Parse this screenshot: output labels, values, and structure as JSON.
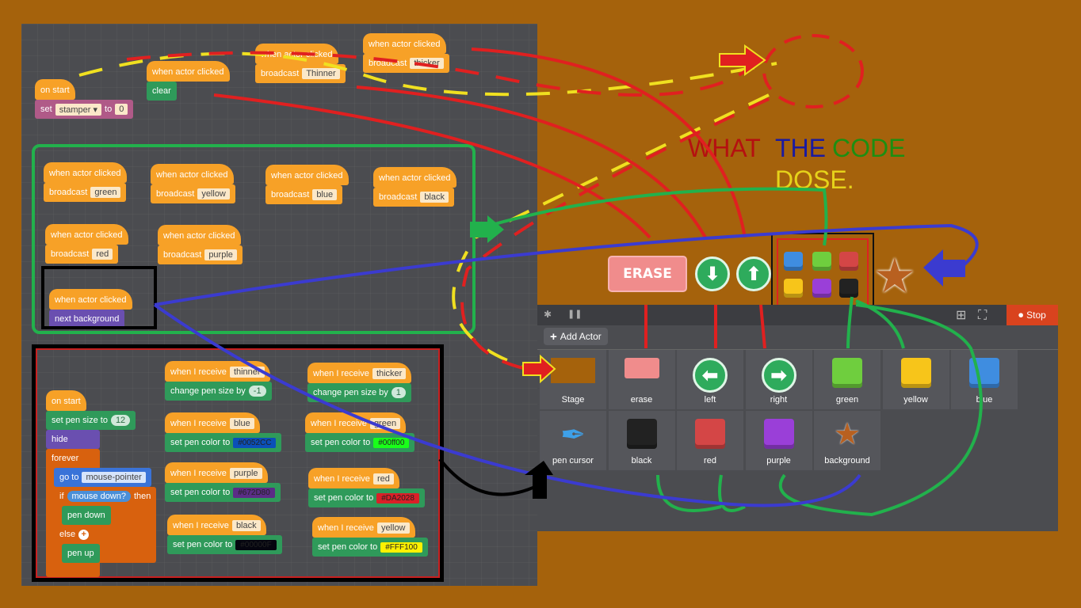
{
  "code_blocks": [
    {
      "hat": "on start",
      "cmd": "set",
      "input": "stamper ▾",
      "extra": "to",
      "value": "0",
      "color": "pk"
    },
    {
      "hat": "when actor clicked",
      "cmd": "clear",
      "color": "g"
    },
    {
      "hat": "when actor clicked",
      "cmd": "broadcast",
      "input": "Thinner"
    },
    {
      "hat": "when actor clicked",
      "cmd": "broadcast",
      "input": "thicker"
    },
    {
      "hat": "when actor clicked",
      "cmd": "broadcast",
      "input": "green"
    },
    {
      "hat": "when actor clicked",
      "cmd": "broadcast",
      "input": "yellow"
    },
    {
      "hat": "when actor clicked",
      "cmd": "broadcast",
      "input": "blue"
    },
    {
      "hat": "when actor clicked",
      "cmd": "broadcast",
      "input": "black"
    },
    {
      "hat": "when actor clicked",
      "cmd": "broadcast",
      "input": "red"
    },
    {
      "hat": "when actor clicked",
      "cmd": "broadcast",
      "input": "purple"
    },
    {
      "hat": "when actor clicked",
      "cmd": "next background",
      "color": "p"
    },
    {
      "hat": "when I receive",
      "hatinput": "thinner",
      "cmd": "change pen size by",
      "value": "-1",
      "color": "g"
    },
    {
      "hat": "when I receive",
      "hatinput": "thicker",
      "cmd": "change pen size by",
      "value": "1",
      "color": "g"
    },
    {
      "hat": "when I receive",
      "hatinput": "blue",
      "cmd": "set pen color to",
      "swatch": "#0052CC",
      "swcolor": "#0b4fb8",
      "color": "g"
    },
    {
      "hat": "when I receive",
      "hatinput": "green",
      "cmd": "set pen color to",
      "swatch": "#00ff00",
      "swcolor": "#19ff19",
      "color": "g"
    },
    {
      "hat": "when I receive",
      "hatinput": "purple",
      "cmd": "set pen color to",
      "swatch": "#672D80",
      "swcolor": "#5b2d86",
      "color": "g"
    },
    {
      "hat": "when I receive",
      "hatinput": "red",
      "cmd": "set pen color to",
      "swatch": "#DA2028",
      "swcolor": "#da2028",
      "color": "g"
    },
    {
      "hat": "when I receive",
      "hatinput": "black",
      "cmd": "set pen color to",
      "swatch": "#00000F",
      "swcolor": "#05050f",
      "color": "g"
    },
    {
      "hat": "when I receive",
      "hatinput": "yellow",
      "cmd": "set pen color to",
      "swatch": "#FFF100",
      "swcolor": "#fff100",
      "color": "g"
    }
  ],
  "main_script": {
    "hat": "on start",
    "set_size": "set pen size to",
    "size": "12",
    "hide": "hide",
    "forever": "forever",
    "goto": "go to",
    "goto_target": "mouse-pointer",
    "if": "if",
    "condition": "mouse down?",
    "then": "then",
    "pen_down": "pen down",
    "else": "else",
    "pen_up": "pen up"
  },
  "stage": {
    "title_what": "WHAT",
    "title_the": "THE",
    "title_code": "CODE",
    "title_dose": "DOSE.",
    "erase_button": "ERASE"
  },
  "toolbar": {
    "stop": "Stop"
  },
  "actors": {
    "add_actor": "Add Actor",
    "items": [
      "Stage",
      "erase",
      "left",
      "right",
      "green",
      "yellow",
      "blue",
      "pen cursor",
      "black",
      "red",
      "purple",
      "background"
    ]
  }
}
